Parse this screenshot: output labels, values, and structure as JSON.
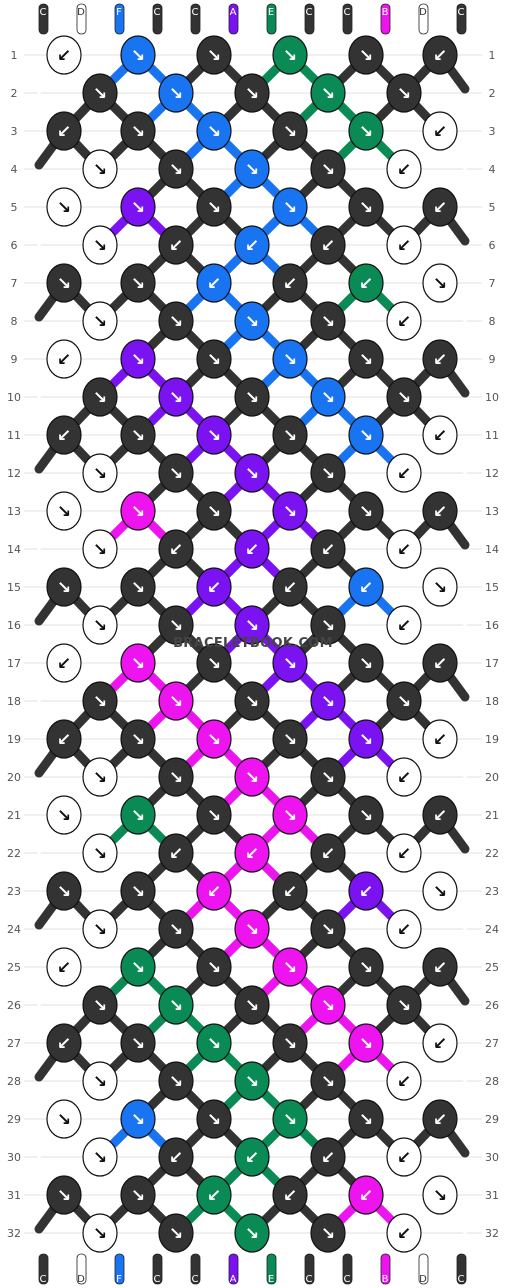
{
  "strands": {
    "top": [
      "C",
      "D",
      "F",
      "C",
      "C",
      "A",
      "E",
      "C",
      "C",
      "B",
      "D",
      "C"
    ],
    "bottom": [
      "C",
      "D",
      "F",
      "C",
      "C",
      "A",
      "E",
      "C",
      "C",
      "B",
      "D",
      "C"
    ]
  },
  "colors": {
    "C": "#333333",
    "D": "#ffffff",
    "F": "#1874f0",
    "A": "#7b12f2",
    "E": "#0a8a55",
    "B": "#ee14f0"
  },
  "row_numbers": [
    "1",
    "2",
    "3",
    "4",
    "5",
    "6",
    "7",
    "8",
    "9",
    "10",
    "11",
    "12",
    "13",
    "14",
    "15",
    "16",
    "17",
    "18",
    "19",
    "20",
    "21",
    "22",
    "23",
    "24",
    "25",
    "26",
    "27",
    "28",
    "29",
    "30",
    "31",
    "32"
  ],
  "knots": [
    [
      "D",
      "F",
      "C",
      "E",
      "C",
      "C"
    ],
    [
      "C",
      "F",
      "C",
      "E",
      "C"
    ],
    [
      "C",
      "C",
      "F",
      "C",
      "E",
      "D"
    ],
    [
      "D",
      "C",
      "F",
      "C",
      "D"
    ],
    [
      "D",
      "A",
      "C",
      "F",
      "C",
      "C"
    ],
    [
      "D",
      "C",
      "F",
      "C",
      "D"
    ],
    [
      "C",
      "C",
      "F",
      "C",
      "E",
      "D"
    ],
    [
      "D",
      "C",
      "F",
      "C",
      "D"
    ],
    [
      "D",
      "A",
      "C",
      "F",
      "C",
      "C"
    ],
    [
      "C",
      "A",
      "C",
      "F",
      "C"
    ],
    [
      "C",
      "C",
      "A",
      "C",
      "F",
      "D"
    ],
    [
      "D",
      "C",
      "A",
      "C",
      "D"
    ],
    [
      "D",
      "B",
      "C",
      "A",
      "C",
      "C"
    ],
    [
      "D",
      "C",
      "A",
      "C",
      "D"
    ],
    [
      "C",
      "C",
      "A",
      "C",
      "F",
      "D"
    ],
    [
      "D",
      "C",
      "A",
      "C",
      "D"
    ],
    [
      "D",
      "B",
      "C",
      "A",
      "C",
      "C"
    ],
    [
      "C",
      "B",
      "C",
      "A",
      "C"
    ],
    [
      "C",
      "C",
      "B",
      "C",
      "A",
      "D"
    ],
    [
      "D",
      "C",
      "B",
      "C",
      "D"
    ],
    [
      "D",
      "E",
      "C",
      "B",
      "C",
      "C"
    ],
    [
      "D",
      "C",
      "B",
      "C",
      "D"
    ],
    [
      "C",
      "C",
      "B",
      "C",
      "A",
      "D"
    ],
    [
      "D",
      "C",
      "B",
      "C",
      "D"
    ],
    [
      "D",
      "E",
      "C",
      "B",
      "C",
      "C"
    ],
    [
      "C",
      "E",
      "C",
      "B",
      "C"
    ],
    [
      "C",
      "C",
      "E",
      "C",
      "B",
      "D"
    ],
    [
      "D",
      "C",
      "E",
      "C",
      "D"
    ],
    [
      "D",
      "F",
      "C",
      "E",
      "C",
      "C"
    ],
    [
      "D",
      "C",
      "E",
      "C",
      "D"
    ],
    [
      "C",
      "C",
      "E",
      "C",
      "B",
      "D"
    ],
    [
      "D",
      "C",
      "E",
      "C",
      "D"
    ]
  ],
  "arrows": [
    [
      "↙",
      "↘",
      "↘",
      "↘",
      "↘",
      "↙"
    ],
    [
      "↘",
      "↘",
      "↘",
      "↘",
      "↘"
    ],
    [
      "↙",
      "↘",
      "↘",
      "↘",
      "↘",
      "↙"
    ],
    [
      "↘",
      "↘",
      "↘",
      "↘",
      "↙"
    ],
    [
      "↘",
      "↘",
      "↘",
      "↘",
      "↘",
      "↙"
    ],
    [
      "↘",
      "↙",
      "↙",
      "↙",
      "↙"
    ],
    [
      "↘",
      "↘",
      "↙",
      "↙",
      "↙",
      "↘"
    ],
    [
      "↘",
      "↘",
      "↘",
      "↘",
      "↙"
    ],
    [
      "↙",
      "↘",
      "↘",
      "↘",
      "↘",
      "↙"
    ],
    [
      "↘",
      "↘",
      "↘",
      "↘",
      "↘"
    ],
    [
      "↙",
      "↘",
      "↘",
      "↘",
      "↘",
      "↙"
    ],
    [
      "↘",
      "↘",
      "↘",
      "↘",
      "↙"
    ],
    [
      "↘",
      "↘",
      "↘",
      "↘",
      "↘",
      "↙"
    ],
    [
      "↘",
      "↙",
      "↙",
      "↙",
      "↙"
    ],
    [
      "↘",
      "↘",
      "↙",
      "↙",
      "↙",
      "↘"
    ],
    [
      "↘",
      "↘",
      "↘",
      "↘",
      "↙"
    ],
    [
      "↙",
      "↘",
      "↘",
      "↘",
      "↘",
      "↙"
    ],
    [
      "↘",
      "↘",
      "↘",
      "↘",
      "↘"
    ],
    [
      "↙",
      "↘",
      "↘",
      "↘",
      "↘",
      "↙"
    ],
    [
      "↘",
      "↘",
      "↘",
      "↘",
      "↙"
    ],
    [
      "↘",
      "↘",
      "↘",
      "↘",
      "↘",
      "↙"
    ],
    [
      "↘",
      "↙",
      "↙",
      "↙",
      "↙"
    ],
    [
      "↘",
      "↘",
      "↙",
      "↙",
      "↙",
      "↘"
    ],
    [
      "↘",
      "↘",
      "↘",
      "↘",
      "↙"
    ],
    [
      "↙",
      "↘",
      "↘",
      "↘",
      "↘",
      "↙"
    ],
    [
      "↘",
      "↘",
      "↘",
      "↘",
      "↘"
    ],
    [
      "↙",
      "↘",
      "↘",
      "↘",
      "↘",
      "↙"
    ],
    [
      "↘",
      "↘",
      "↘",
      "↘",
      "↙"
    ],
    [
      "↘",
      "↘",
      "↘",
      "↘",
      "↘",
      "↙"
    ],
    [
      "↘",
      "↙",
      "↙",
      "↙",
      "↙"
    ],
    [
      "↘",
      "↘",
      "↙",
      "↙",
      "↙",
      "↘"
    ],
    [
      "↘",
      "↘",
      "↘",
      "↘",
      "↙"
    ]
  ],
  "watermark": "BRACELETBOOK.COM"
}
